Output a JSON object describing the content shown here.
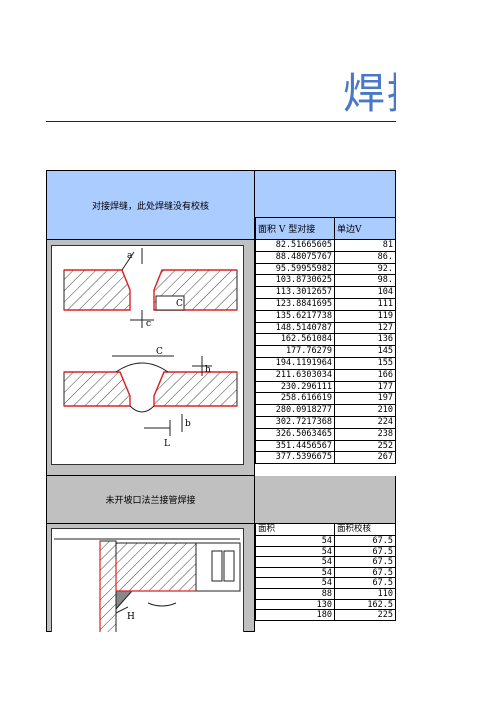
{
  "page": {
    "title": "焊接"
  },
  "section1": {
    "label": "对接焊缝，此处焊缝没有校核",
    "col1_header": "面积 V 型对接",
    "col2_header": "单边V",
    "col1_values": [
      "82.51665605",
      "88.48075767",
      "95.59955982",
      "103.8730625",
      "113.3012657",
      "123.8841695",
      "135.6217738",
      "148.5140787",
      "162.561084",
      "177.76279",
      "194.1191964",
      "211.6303034",
      "230.296111",
      "258.616619",
      "280.0918277",
      "302.7217368",
      "326.5063465",
      "351.4456567",
      "377.5396675"
    ],
    "col2_values": [
      "81",
      "86.",
      "92.",
      "98.",
      "104",
      "111",
      "119",
      "127",
      "136",
      "145",
      "155",
      "166",
      "177",
      "197",
      "210",
      "224",
      "238",
      "252",
      "267"
    ],
    "drawing_labels": [
      "a",
      "C",
      "c",
      "b",
      "h",
      "C",
      "L"
    ]
  },
  "section2": {
    "label": "未开坡口法兰接管焊接",
    "col1_header": "面积",
    "col2_header": "面积校核",
    "col1_values": [
      "54",
      "54",
      "54",
      "54",
      "54",
      "88",
      "130",
      "180"
    ],
    "col2_values": [
      "67.5",
      "67.5",
      "67.5",
      "67.5",
      "67.5",
      "110",
      "162.5",
      "225"
    ],
    "drawing_labels": [
      "H"
    ]
  }
}
